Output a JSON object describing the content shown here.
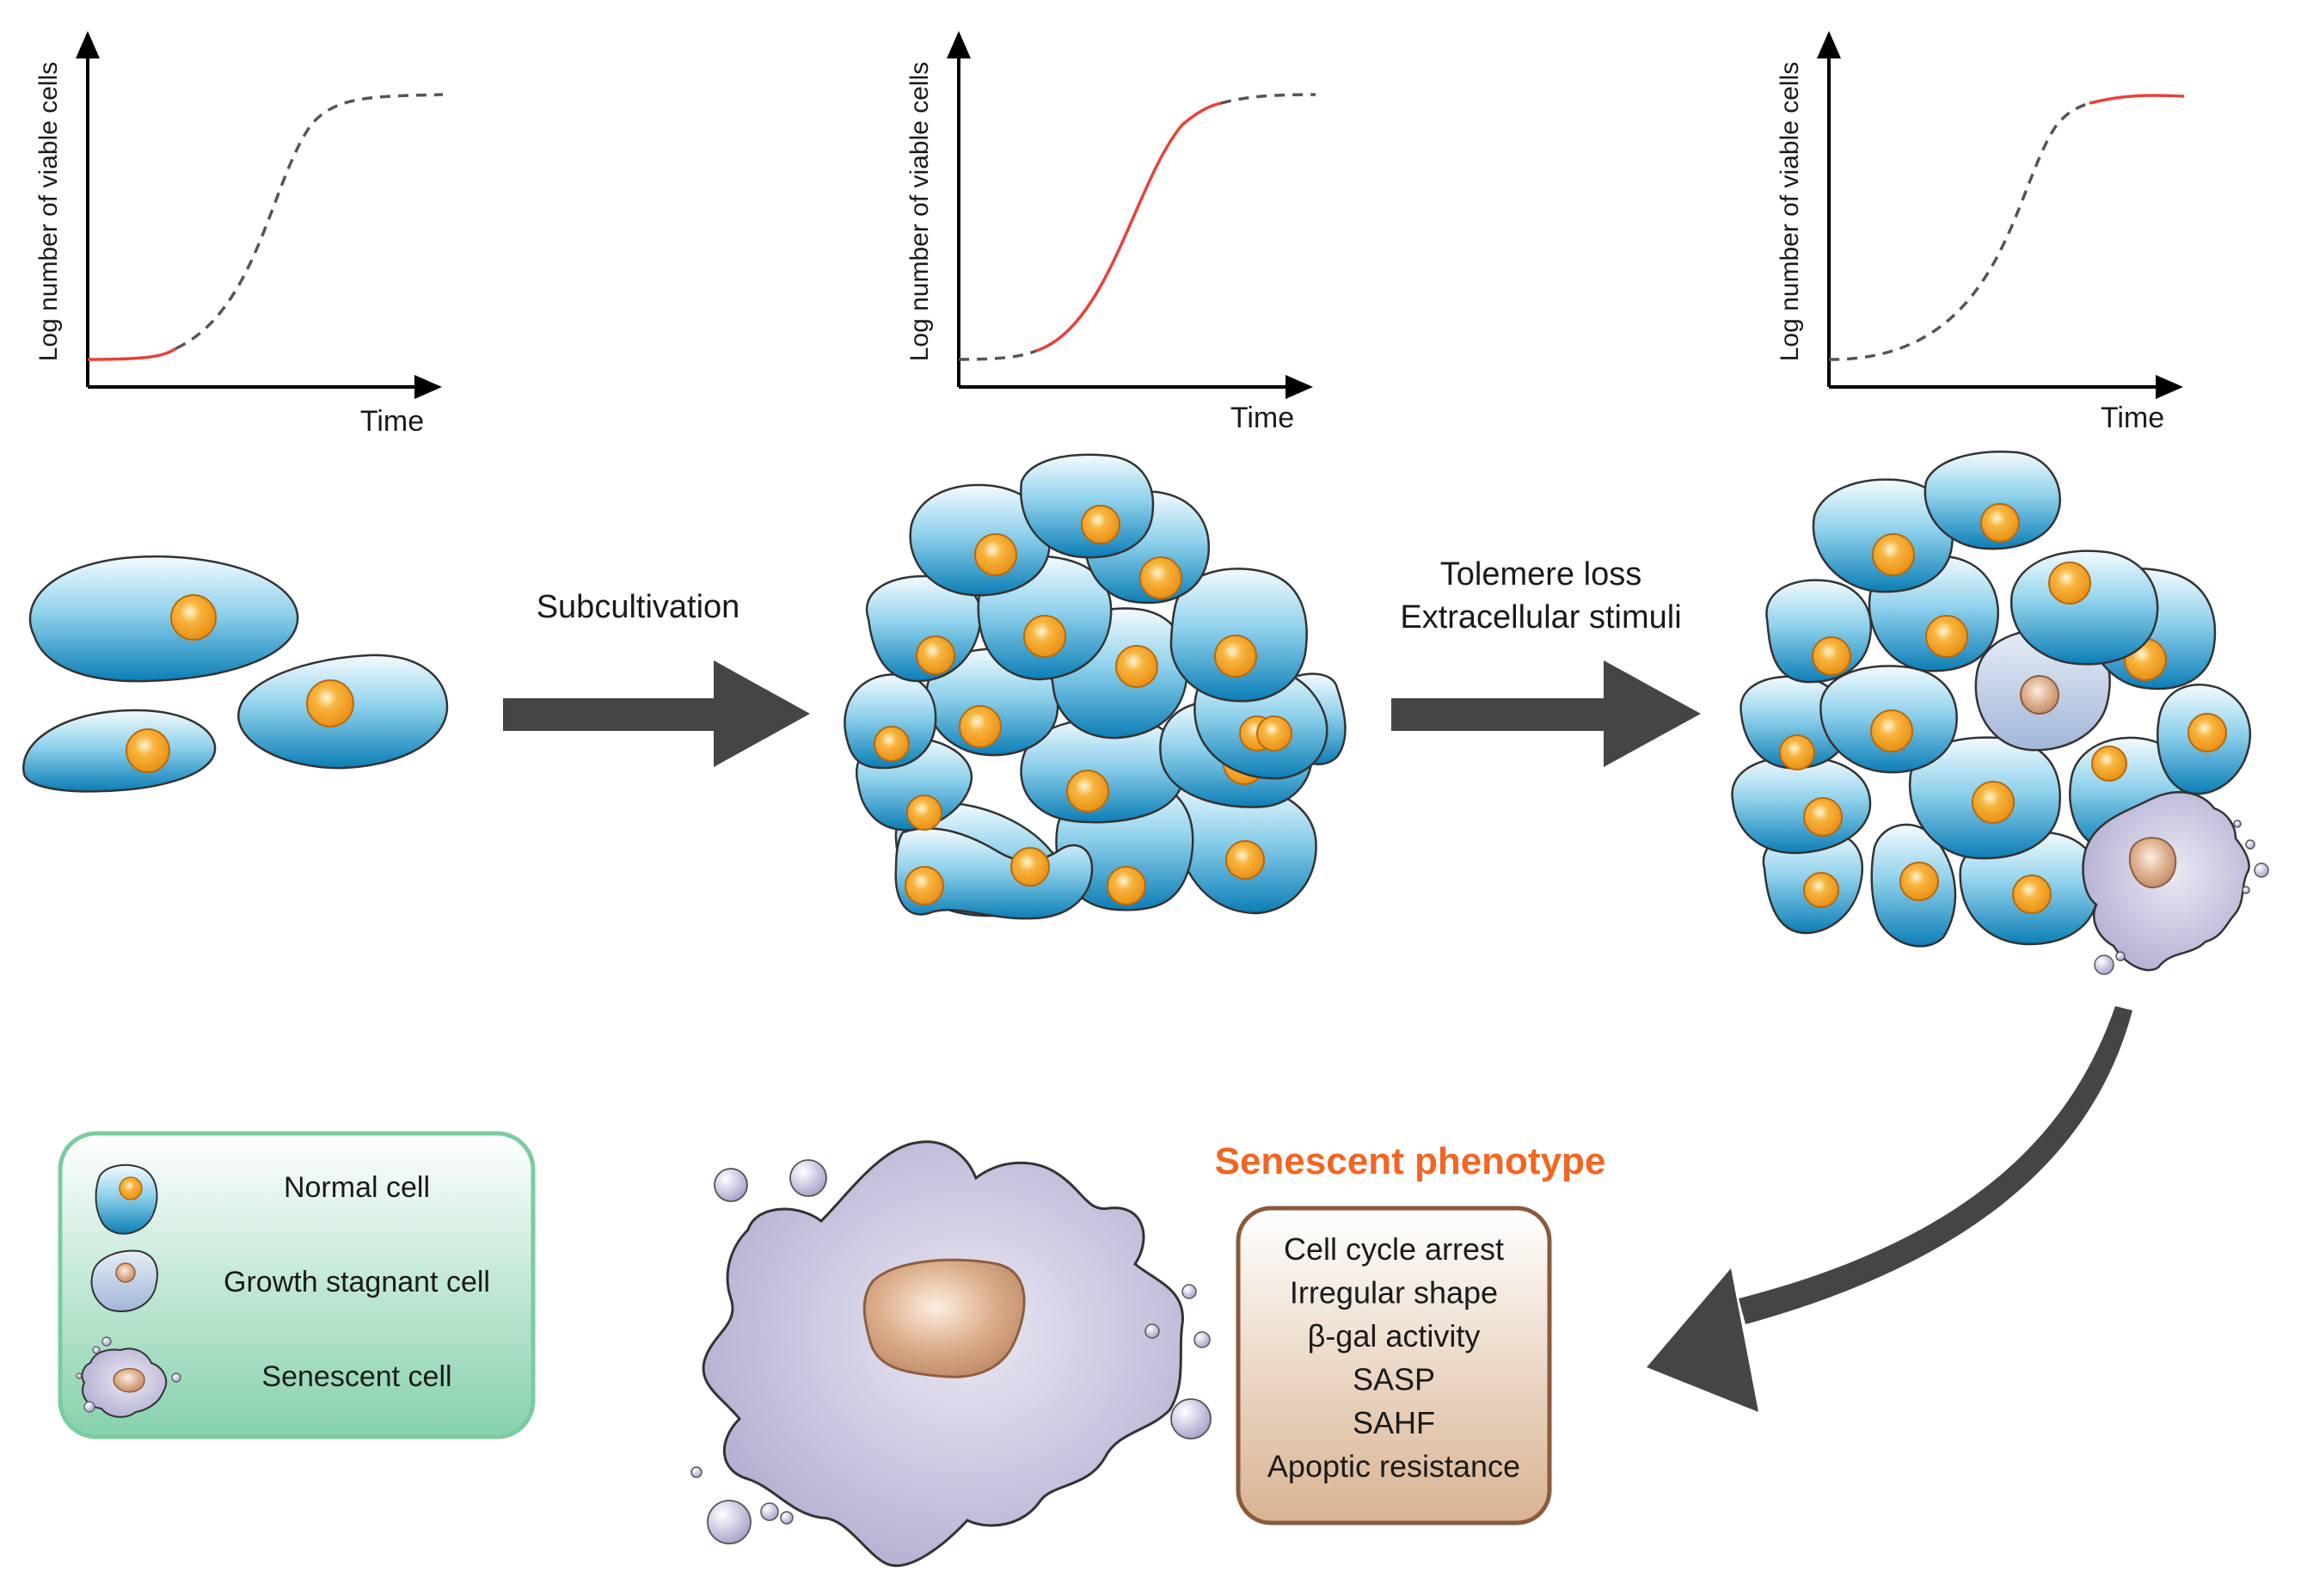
{
  "graphs": {
    "ylabel": "Log number of viable cells",
    "xlabel": "Time"
  },
  "arrows": {
    "step1": "Subcultivation",
    "step2_line1": "Tolemere loss",
    "step2_line2": "Extracellular stimuli"
  },
  "legend": {
    "normal": "Normal cell",
    "stagnant": "Growth stagnant cell",
    "senescent": "Senescent cell"
  },
  "phenotype": {
    "title": "Senescent phenotype",
    "items": [
      "Cell cycle arrest",
      "Irregular shape",
      "β-gal activity",
      "SASP",
      "SAHF",
      "Apoptic resistance"
    ]
  },
  "colors": {
    "highlight_curve": "#e8413a",
    "arrow": "#454545",
    "title": "#f26522",
    "legend_border": "#7ccba0",
    "phenotype_border": "#8a5a3c"
  }
}
